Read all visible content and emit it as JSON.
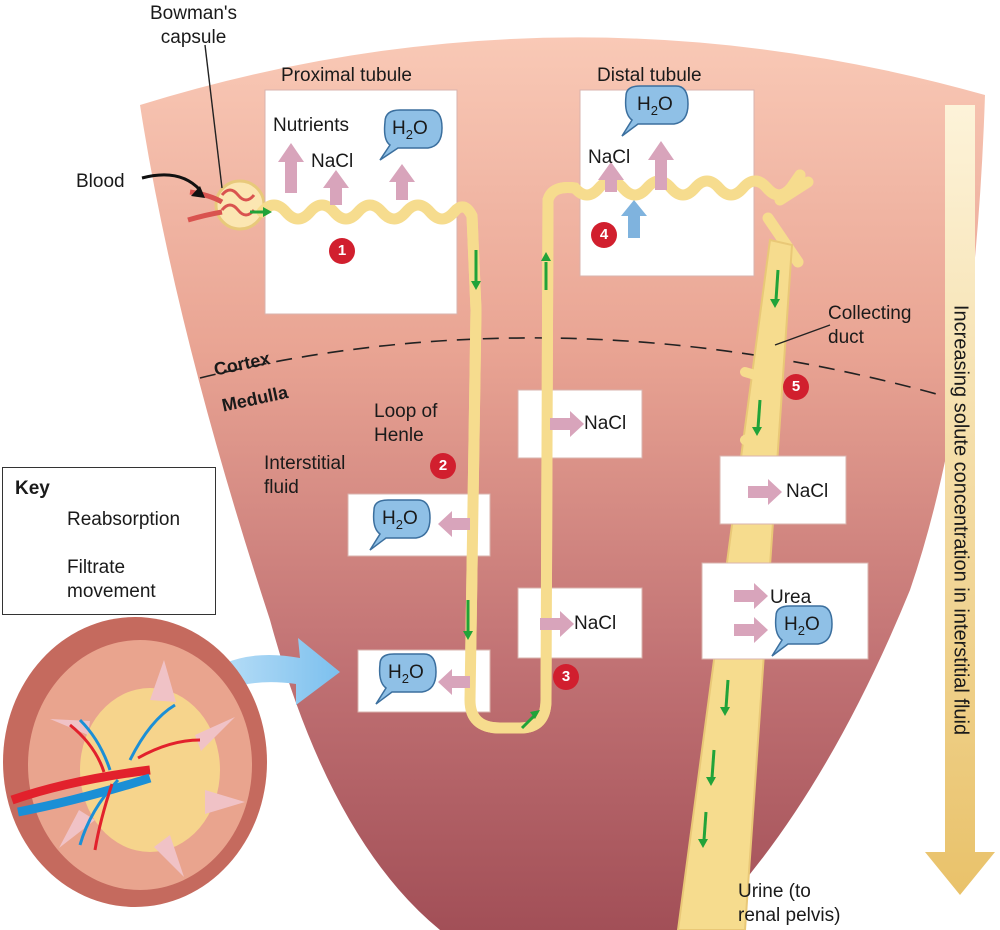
{
  "labels": {
    "bowmans_capsule": "Bowman's\ncapsule",
    "blood": "Blood",
    "proximal_tubule": "Proximal tubule",
    "distal_tubule": "Distal tubule",
    "nutrients": "Nutrients",
    "nacl": "NaCl",
    "h2o_base": "H",
    "h2o_sub": "2",
    "h2o_end": "O",
    "cortex": "Cortex",
    "medulla": "Medulla",
    "loop_of_henle": "Loop of\nHenle",
    "interstitial_fluid": "Interstitial\nfluid",
    "collecting_duct": "Collecting\nduct",
    "urea": "Urea",
    "urine": "Urine (to\nrenal pelvis)",
    "gradient": "Increasing solute concentration in interstitial fluid"
  },
  "steps": [
    "1",
    "2",
    "3",
    "4",
    "5"
  ],
  "key": {
    "title": "Key",
    "reabsorption": "Reabsorption",
    "filtrate": "Filtrate\nmovement"
  },
  "colors": {
    "tissue_light": "#f7c2b0",
    "tissue_dark": "#a7545a",
    "tubule": "#f6dc8e",
    "reabsorption_arrow": "#d8a4bb",
    "filtrate_arrow": "#21a339",
    "water_bubble": "#7fb3de",
    "step_badge": "#d11f2e",
    "gradient_arrow": "#f0cd7a"
  }
}
